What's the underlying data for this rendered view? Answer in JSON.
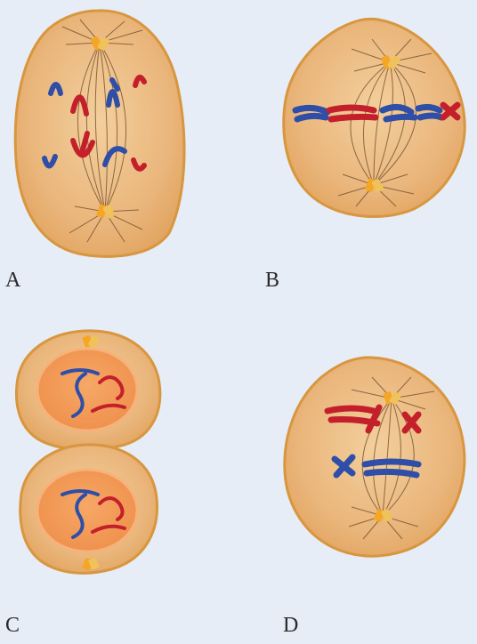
{
  "panels": [
    {
      "letter": "A"
    },
    {
      "letter": "B"
    },
    {
      "letter": "C"
    },
    {
      "letter": "D"
    }
  ],
  "colors": {
    "background": "#e6edf7",
    "cytoplasm": "#eab67c",
    "cell_border": "#d8963f",
    "nucleus": "#f39a58",
    "centrosome": "#f5a623",
    "chromosome_red": "#c4202c",
    "chromosome_blue": "#2e4ea8",
    "spindle": "#6b4a2a"
  }
}
